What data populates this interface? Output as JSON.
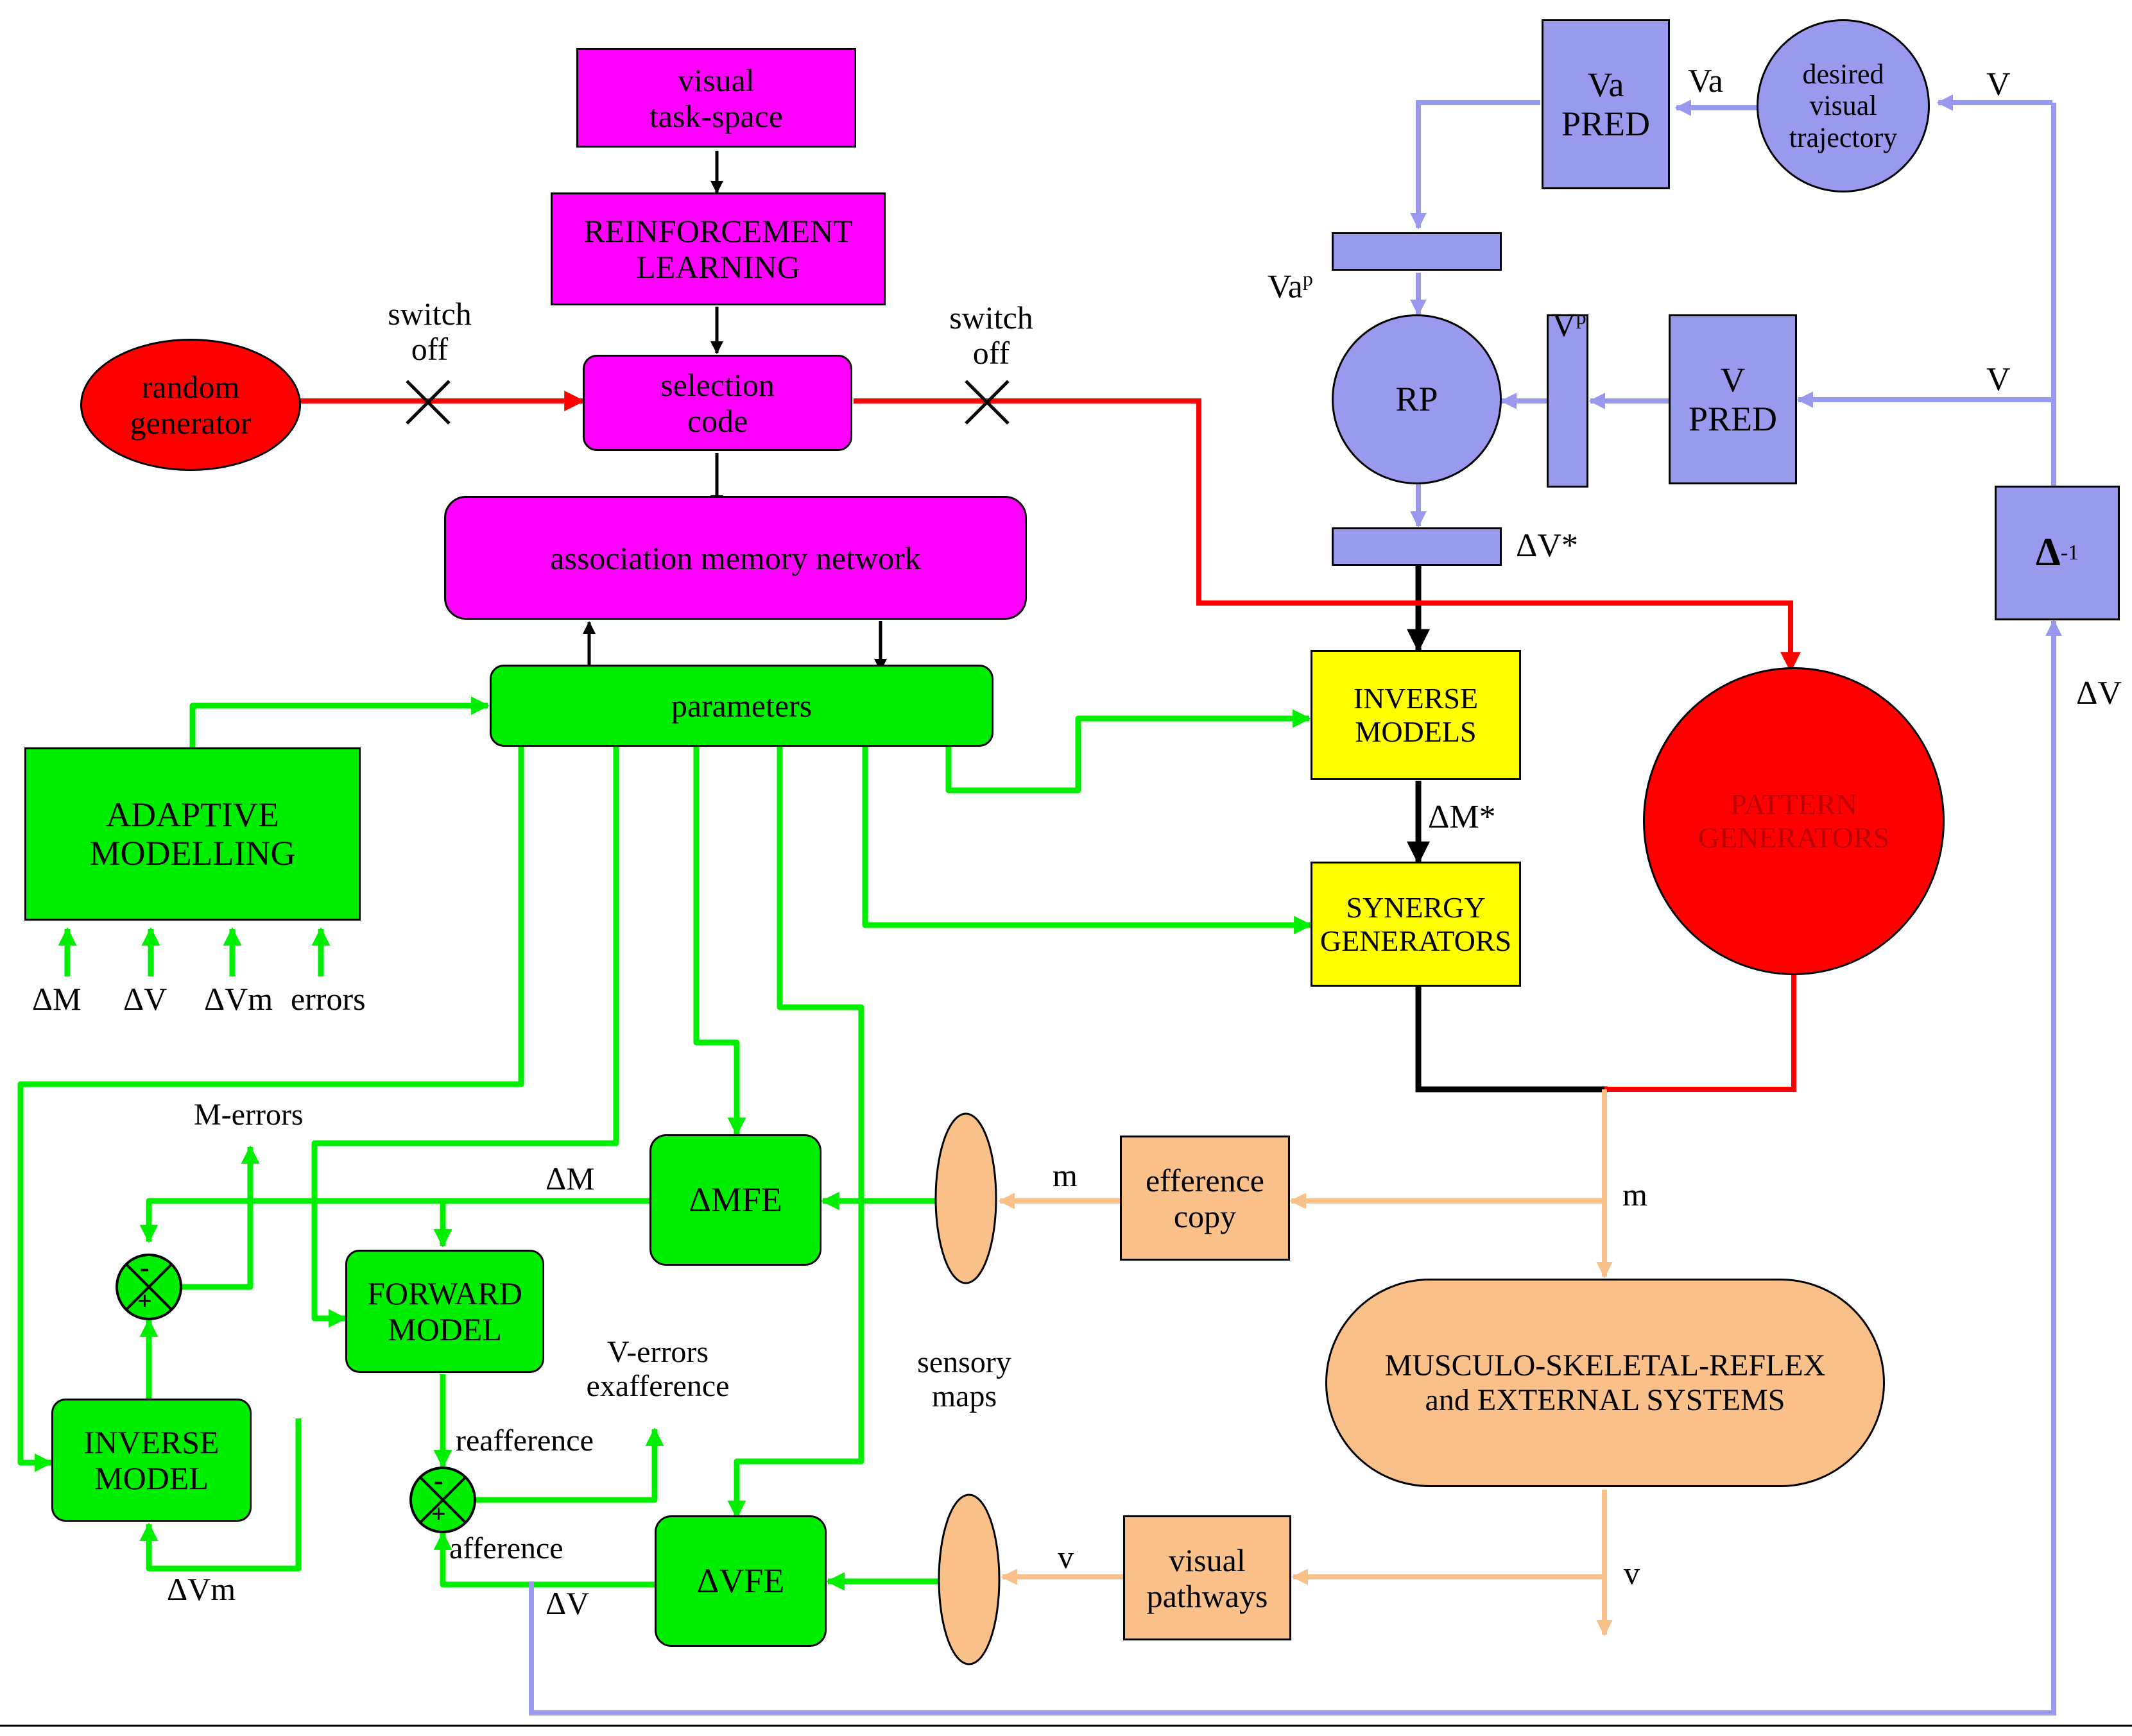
{
  "colors": {
    "magenta": "#ff00ff",
    "green": "#00ee00",
    "yellow": "#ffff00",
    "red": "#ff0000",
    "lavender": "#9999ee",
    "peach": "#f9c08a",
    "black": "#000000"
  },
  "nodes": {
    "visual_task_space": "visual\ntask-space",
    "reinforcement_learning": "REINFORCEMENT\nLEARNING",
    "selection_code": "selection\ncode",
    "random_generator": "random\ngenerator",
    "association_memory_network": "association memory network",
    "parameters": "parameters",
    "adaptive_modelling": "ADAPTIVE\nMODELLING",
    "inverse_models": "INVERSE\nMODELS",
    "synergy_generators": "SYNERGY\nGENERATORS",
    "pattern_generators": "PATTERN\nGENERATORS",
    "va_pred": "Va\nPRED",
    "desired_visual_trajectory": "desired\nvisual\ntrajectory",
    "rp": "RP",
    "v_pred": "V\nPRED",
    "delta_inverse": "Δ",
    "delta_inverse_sup": "-1",
    "mfe": "ΔMFE",
    "forward_model": "FORWARD\nMODEL",
    "inverse_model": "INVERSE\nMODEL",
    "vfe": "ΔVFE",
    "efference_copy": "efference\ncopy",
    "visual_pathways": "visual\npathways",
    "musculo_skeletal": "MUSCULO-SKELETAL-REFLEX\nand EXTERNAL SYSTEMS"
  },
  "comparators": {
    "minus": "-",
    "plus": "+"
  },
  "labels": {
    "switch_off_left": "switch\noff",
    "switch_off_right": "switch\noff",
    "va": "Va",
    "va_p": "Va",
    "va_p_sup": "p",
    "v_p": "V",
    "v_p_sup": "p",
    "v_top": "V",
    "v_mid": "V",
    "delta_v_star": "ΔV*",
    "delta_m_star": "ΔM*",
    "delta_v_right": "ΔV",
    "adaptive_input_dm": "ΔM",
    "adaptive_input_dv": "ΔV",
    "adaptive_input_dvm": "ΔVm",
    "adaptive_input_errors": "errors",
    "m_errors": "M-errors",
    "delta_m": "ΔM",
    "m_left": "m",
    "m_right": "m",
    "v_errors": "V-errors\nexafference",
    "sensory_maps": "sensory\nmaps",
    "reafference": "reafference",
    "afference": "afference",
    "delta_vm": "ΔVm",
    "delta_v_bottom": "ΔV",
    "v_left": "v",
    "v_right": "v"
  }
}
